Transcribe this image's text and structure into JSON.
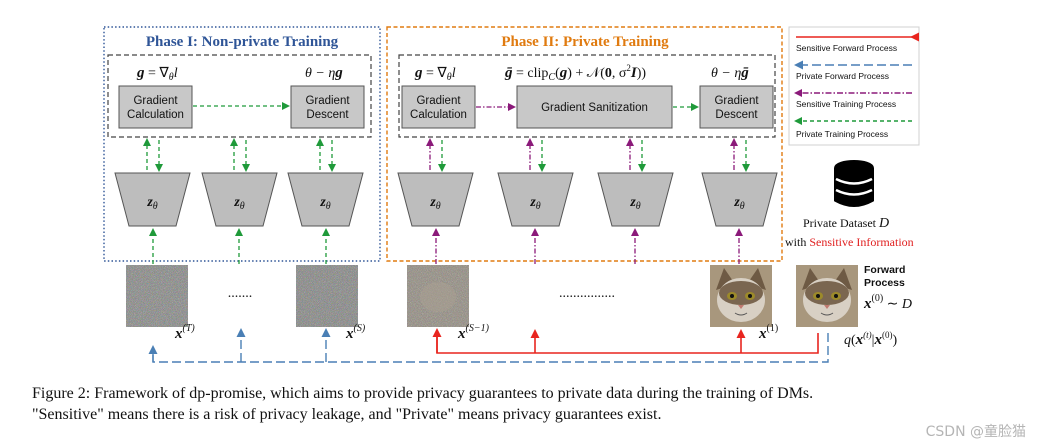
{
  "phase1": {
    "title": "Phase I: Non-private Training",
    "eq_grad": "g = ∇θ l",
    "eq_update": "θ − ηg",
    "box_calc": [
      "Gradient",
      "Calculation"
    ],
    "box_descent": [
      "Gradient",
      "Descent"
    ],
    "color": "#2f5597"
  },
  "phase2": {
    "title": "Phase II: Private Training",
    "eq_grad": "g = ∇θ l",
    "eq_sanitize": "ḡ = clip_C(g) + 𝒩(0, σ²I))",
    "eq_update": "θ − ηḡ",
    "box_calc": [
      "Gradient",
      "Calculation"
    ],
    "box_sanitize": "Gradient Sanitization",
    "box_descent": [
      "Gradient",
      "Descent"
    ],
    "color": "#e07b10"
  },
  "model_label": "zθ",
  "legend": {
    "items": [
      {
        "label": "Sensitive Forward Process",
        "color": "#e8251f",
        "style": "solid"
      },
      {
        "label": "Private Forward Process",
        "color": "#4a7fb5",
        "style": "dashed"
      },
      {
        "label": "Sensitive Training Process",
        "color": "#8b1a7a",
        "style": "dashdot"
      },
      {
        "label": "Private Training Process",
        "color": "#1f9a3a",
        "style": "dashed"
      }
    ]
  },
  "dataset": {
    "line1": "Private Dataset",
    "symbol": "D",
    "line2": "with",
    "sensitive": "Sensitive Information"
  },
  "forward": {
    "title1": "Forward",
    "title2": "Process",
    "eq": "x(0) ∼ D",
    "q": "q(x(t)|x(0))"
  },
  "labels": {
    "xT": "x(T)",
    "xS": "x(S)",
    "xS1": "x(S−1)",
    "x1": "x(1)",
    "dots_short": ".......",
    "dots_long": "................"
  },
  "caption": {
    "line1": "Figure 2:  Framework of dp-promise, which aims to provide privacy guarantees to private data during the training of DMs.",
    "line2": "\"Sensitive\" means there is a risk of privacy leakage, and \"Private\" means privacy guarantees exist."
  },
  "watermark": "CSDN @童脸猫"
}
